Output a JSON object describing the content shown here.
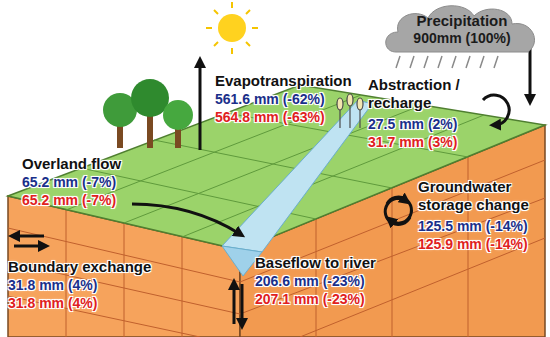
{
  "diagram": {
    "nodes": [
      {
        "text": [
          "Precipitation",
          "900mm (100%)"
        ]
      }
    ],
    "labels": [
      "Evapotranspiration",
      "561.6 mm (-62%)",
      "564.8 mm (-63%)",
      "Overland flow",
      "65.2 mm (-7%)",
      "65.2 mm (-7%)",
      "Abstraction / recharge",
      "27.5 mm (2%)",
      "31.7 mm (3%)",
      "Groundwater storage change",
      "125.5 mm (-14%)",
      "125.9 mm (-14%)",
      "Boundary exchange",
      "31.8 mm (4%)",
      "31.8 mm (4%)",
      "Baseflow to river",
      "206.6 mm (-23%)",
      "207.1 mm (-23%)"
    ]
  }
}
